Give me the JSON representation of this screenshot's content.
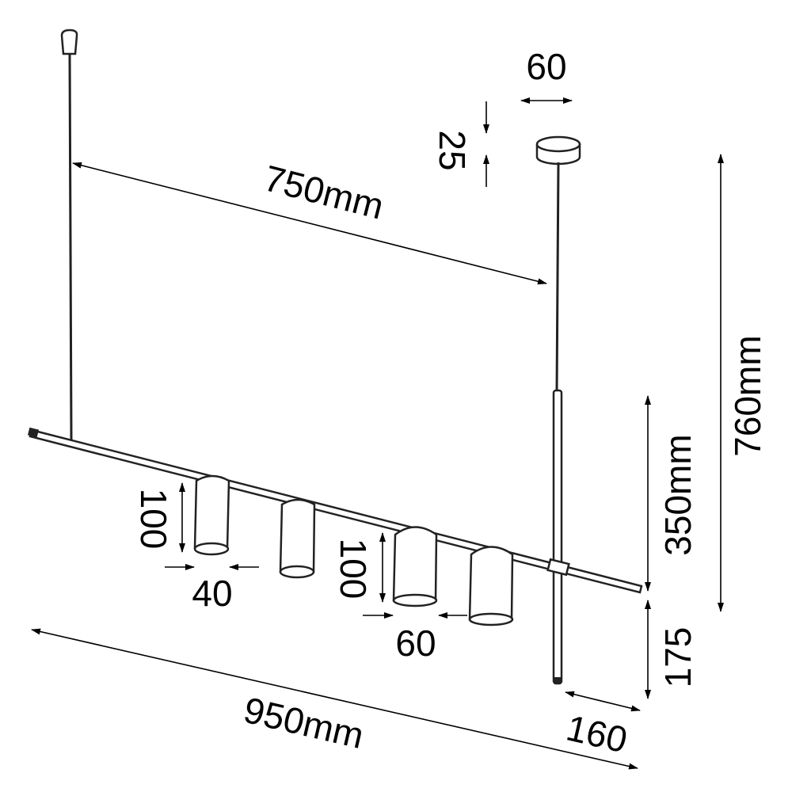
{
  "title": "Pendant lamp dimension drawing",
  "dimensions": {
    "cable_spacing": "750mm",
    "canopy_diameter": "60",
    "canopy_height": "25",
    "total_height": "760mm",
    "rod_height": "350mm",
    "rod_below_bar": "175",
    "rod_offset": "160",
    "bar_length": "950mm",
    "small_shade_height": "100",
    "small_shade_diameter": "40",
    "large_shade_height": "100",
    "large_shade_diameter": "60"
  }
}
